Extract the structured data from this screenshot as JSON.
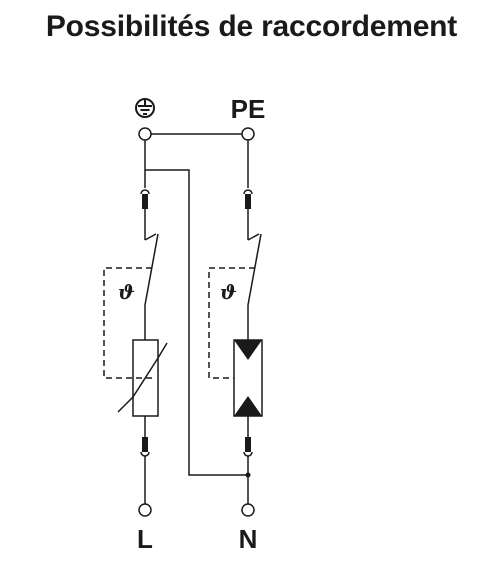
{
  "title": "Possibilités de raccordement",
  "terminals": {
    "earth_icon": "protective-earth-icon",
    "pe_label": "PE",
    "l_label": "L",
    "n_label": "N"
  },
  "thermal_symbol": "ϑ",
  "colors": {
    "line": "#1a1a1a",
    "text": "#1a1a1a"
  }
}
